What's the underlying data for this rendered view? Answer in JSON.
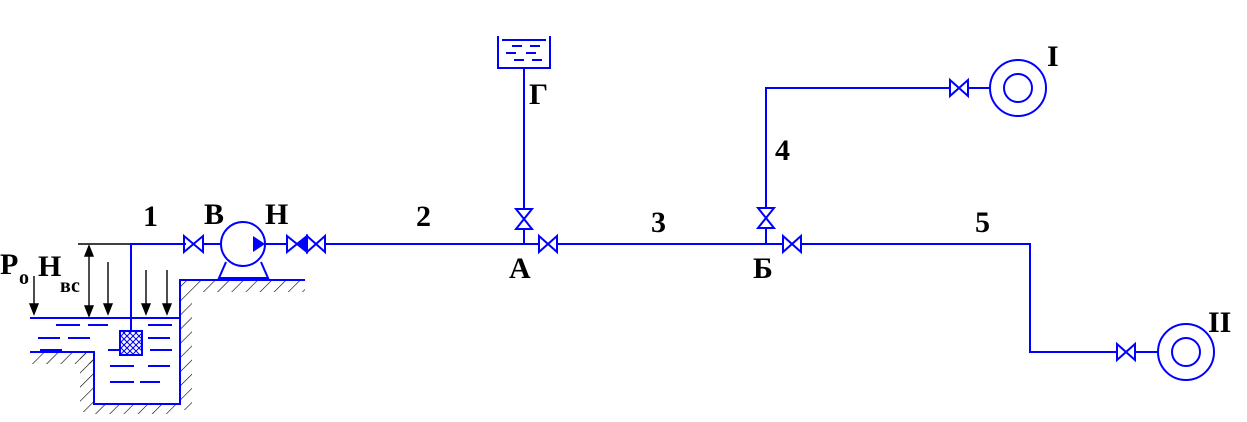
{
  "colors": {
    "pipe": "#0000ff",
    "ground": "#000000",
    "label": "#000000",
    "background": "#ffffff"
  },
  "labels": {
    "section_1": "1",
    "section_2": "2",
    "section_3": "3",
    "section_4": "4",
    "section_5": "5",
    "node_v": "В",
    "node_n": "Н",
    "node_a": "А",
    "node_b": "Б",
    "node_g": "Г",
    "consumer_1": "I",
    "consumer_2": "II",
    "pressure_main": "P",
    "pressure_sub": "o",
    "height_main": "H",
    "height_sub": "вс"
  },
  "icons": {
    "pump": "centrifugal-pump-icon",
    "valve": "gate-valve-icon",
    "check_valve": "check-valve-icon",
    "tank": "elevated-tank-icon",
    "consumer": "consumer-outlet-icon",
    "strainer": "suction-strainer-icon"
  }
}
